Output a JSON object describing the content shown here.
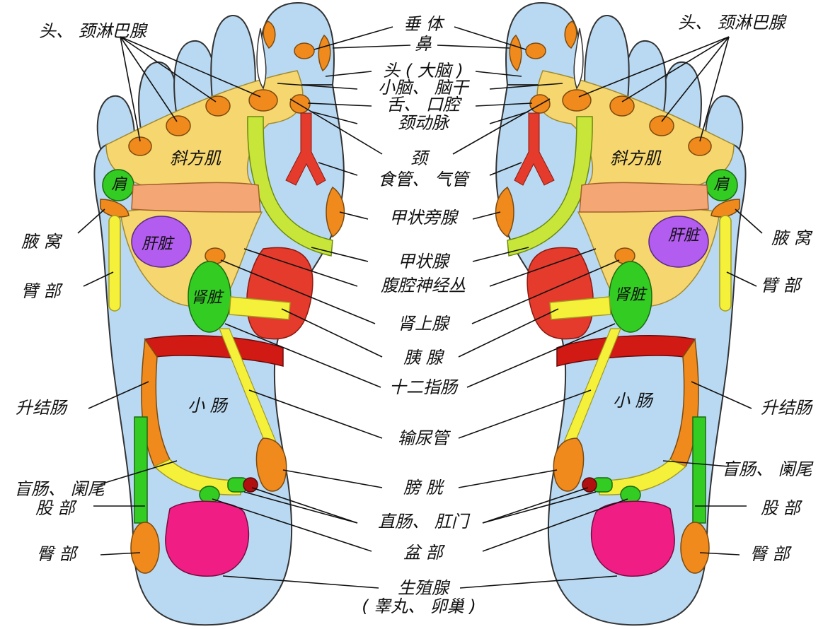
{
  "title": "",
  "colors": {
    "skin": "#b9d9f2",
    "yellow_zone": "#f6d66e",
    "orange": "#f08a1c",
    "red": "#e43b2c",
    "dark_red": "#d11a14",
    "green": "#33cc22",
    "yellow_green": "#c8e63a",
    "salmon": "#f4a774",
    "purple": "#b35cf0",
    "magenta": "#f01e84",
    "yellow": "#f5f03a"
  },
  "labels": {
    "head_neck_lymph": "头、 颈淋巴腺",
    "pituitary": "垂 体",
    "nose": "鼻",
    "brain": "头 ( 大脑 )",
    "cerebellum": "小脑、 脑干",
    "tongue_mouth": "舌、 口腔",
    "carotid": "颈动脉",
    "neck": "颈",
    "esophagus_trachea": "食管、 气管",
    "trapezius": "斜方肌",
    "shoulder": "肩",
    "armpit": "腋 窝",
    "liver": "肝脏",
    "arm": "臂 部",
    "kidney": "肾脏",
    "parathyroid": "甲状旁腺",
    "thyroid": "甲状腺",
    "celiac_plexus": "腹腔神经丛",
    "adrenal": "肾上腺",
    "pancreas": "胰 腺",
    "duodenum": "十二指肠",
    "ascending_colon": "升结肠",
    "small_intestine": "小 肠",
    "ureter": "输尿管",
    "bladder": "膀 胱",
    "cecum_appendix": "盲肠、 阑尾",
    "femur": "股 部",
    "rectum_anus": "直肠、 肛门",
    "hip": "臀 部",
    "pelvis": "盆 部",
    "genital": "生殖腺",
    "genital_detail": "( 睾丸、 卵巢 )"
  }
}
